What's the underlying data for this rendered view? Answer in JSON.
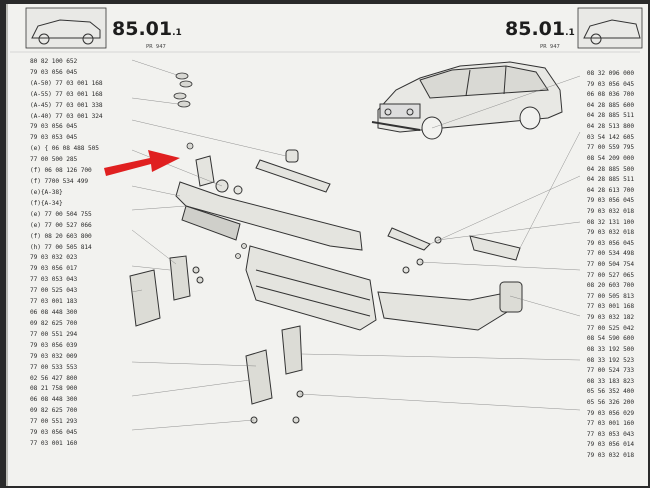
{
  "header": {
    "left": {
      "section": "85.01",
      "page": "1",
      "ref": "PR 947"
    },
    "right": {
      "section": "85.01",
      "page": "1",
      "ref": "PR 947"
    }
  },
  "labels_left": [
    "80 82 100 652",
    "79 03 056 045",
    "(A-50) 77 03 001 168",
    "(A-55) 77 03 001 168",
    "(A-45) 77 03 001 338",
    "(A-40) 77 03 001 324",
    "79 03 056 045",
    "79 03 053 045",
    "(e) { 06 08 488 505",
    "77 00 500 285",
    "(f) 06 08 126 700",
    "(f) 7700 534 499",
    "(e){A-38}",
    "(f){A-34}",
    "(e) 77 00 504 755",
    "(e) 77 00 527 066",
    "(f) 08 20 603 800",
    "(h) 77 00 505 814",
    "79 03 032 023",
    "79 03 056 017",
    "77 03 053 043",
    "77 00 525 043",
    "77 03 001 183",
    "06 08 448 300",
    "09 82 625 700",
    "77 00 551 294",
    "79 03 056 039",
    "79 03 032 009",
    "77 00 533 553",
    "02 56 427 800",
    "08 21 758 900",
    "06 08 448 300",
    "09 82 625 700",
    "77 00 551 293",
    "79 03 056 045",
    "77 03 001 160"
  ],
  "labels_right": [
    "08 32 096 000",
    "79 03 056 045",
    "06 08 036 700",
    "04 28 885 600",
    "04 28 885 511",
    "04 28 513 800",
    "03 54 142 605",
    "77 00 559 795",
    "08 54 209 000",
    "04 28 885 500",
    "04 28 885 511",
    "04 28 613 700",
    "79 03 056 045",
    "79 03 032 018",
    "08 32 131 100",
    "79 03 032 018",
    "79 03 056 045",
    "77 00 534 498",
    "77 00 504 754",
    "77 00 527 065",
    "08 20 603 700",
    "77 00 505 813",
    "77 03 001 168",
    "79 03 032 182",
    "77 00 525 042",
    "08 54 590 600",
    "08 33 192 500",
    "08 33 192 523",
    "77 00 524 733",
    "08 33 183 823",
    "05 56 352 400",
    "05 56 326 200",
    "79 03 056 029",
    "77 03 001 160",
    "77 03 053 043",
    "79 03 056 014",
    "79 03 032 018"
  ],
  "colors": {
    "paper": "#f2f2ef",
    "ink": "#2b2b2b",
    "arrow": "#e02020"
  },
  "icons": [
    "car-thumbnail-icon",
    "red-arrow-icon"
  ]
}
